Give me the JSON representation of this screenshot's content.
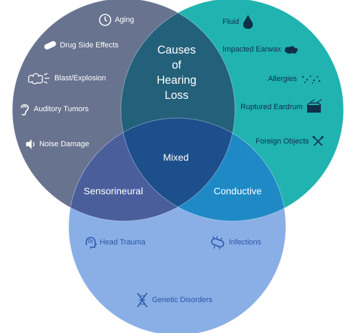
{
  "center_title": [
    "Causes",
    "of",
    "Hearing",
    "Loss"
  ],
  "regions": {
    "mixed": "Mixed",
    "sensorineural": "Sensorineural",
    "conductive": "Conductive"
  },
  "sensorineural_only": [
    {
      "label": "Aging",
      "icon": "clock-icon"
    },
    {
      "label": "Drug Side Effects",
      "icon": "pill-icon"
    },
    {
      "label": "Blast/Explosion",
      "icon": "explosion-icon"
    },
    {
      "label": "Auditory Tumors",
      "icon": "ear-icon"
    },
    {
      "label": "Noise Damage",
      "icon": "speaker-icon"
    }
  ],
  "conductive_only": [
    {
      "label": "Fluid",
      "icon": "droplet-icon"
    },
    {
      "label": "Impacted Earwax",
      "icon": "earwax-icon"
    },
    {
      "label": "Allergies",
      "icon": "pollen-icon"
    },
    {
      "label": "Ruptured Eardrum",
      "icon": "drum-icon"
    },
    {
      "label": "Foreign Objects",
      "icon": "cotton-swab-icon"
    }
  ],
  "mixed_only": [
    {
      "label": "Head Trauma",
      "icon": "head-icon"
    },
    {
      "label": "Infections",
      "icon": "germ-icon"
    },
    {
      "label": "Genetic Disorders",
      "icon": "dna-icon"
    }
  ],
  "colors": {
    "grey_circle": "#68738f",
    "teal_circle": "#20b3b0",
    "blue_circle": "#8aaee6",
    "center_overlap": "#23607a",
    "triple_overlap": "#1d4f8c",
    "sensorineural_overlap": "#4a5e9c",
    "conductive_overlap": "#1f89c6"
  }
}
